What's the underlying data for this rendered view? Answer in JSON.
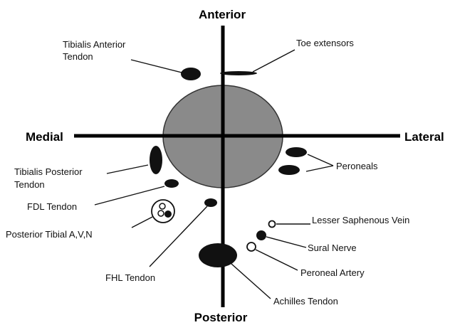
{
  "directions": {
    "anterior": "Anterior",
    "posterior": "Posterior",
    "medial": "Medial",
    "lateral": "Lateral"
  },
  "labels": {
    "tibialis_anterior_line1": "Tibialis Anterior",
    "tibialis_anterior_line2": "Tendon",
    "toe_extensors": "Toe extensors",
    "peroneals": "Peroneals",
    "tibialis_posterior_line1": "Tibialis Posterior",
    "tibialis_posterior_line2": "Tendon",
    "fdl_tendon": "FDL Tendon",
    "posterior_tibial": "Posterior Tibial A,V,N",
    "lesser_saphenous_vein": "Lesser Saphenous Vein",
    "sural_nerve": "Sural Nerve",
    "peroneal_artery": "Peroneal Artery",
    "fhl_tendon": "FHL Tendon",
    "achilles_tendon": "Achilles Tendon"
  },
  "colors": {
    "bone_fill": "#8a8a8a",
    "structure_fill": "#111111",
    "line": "#000000"
  }
}
